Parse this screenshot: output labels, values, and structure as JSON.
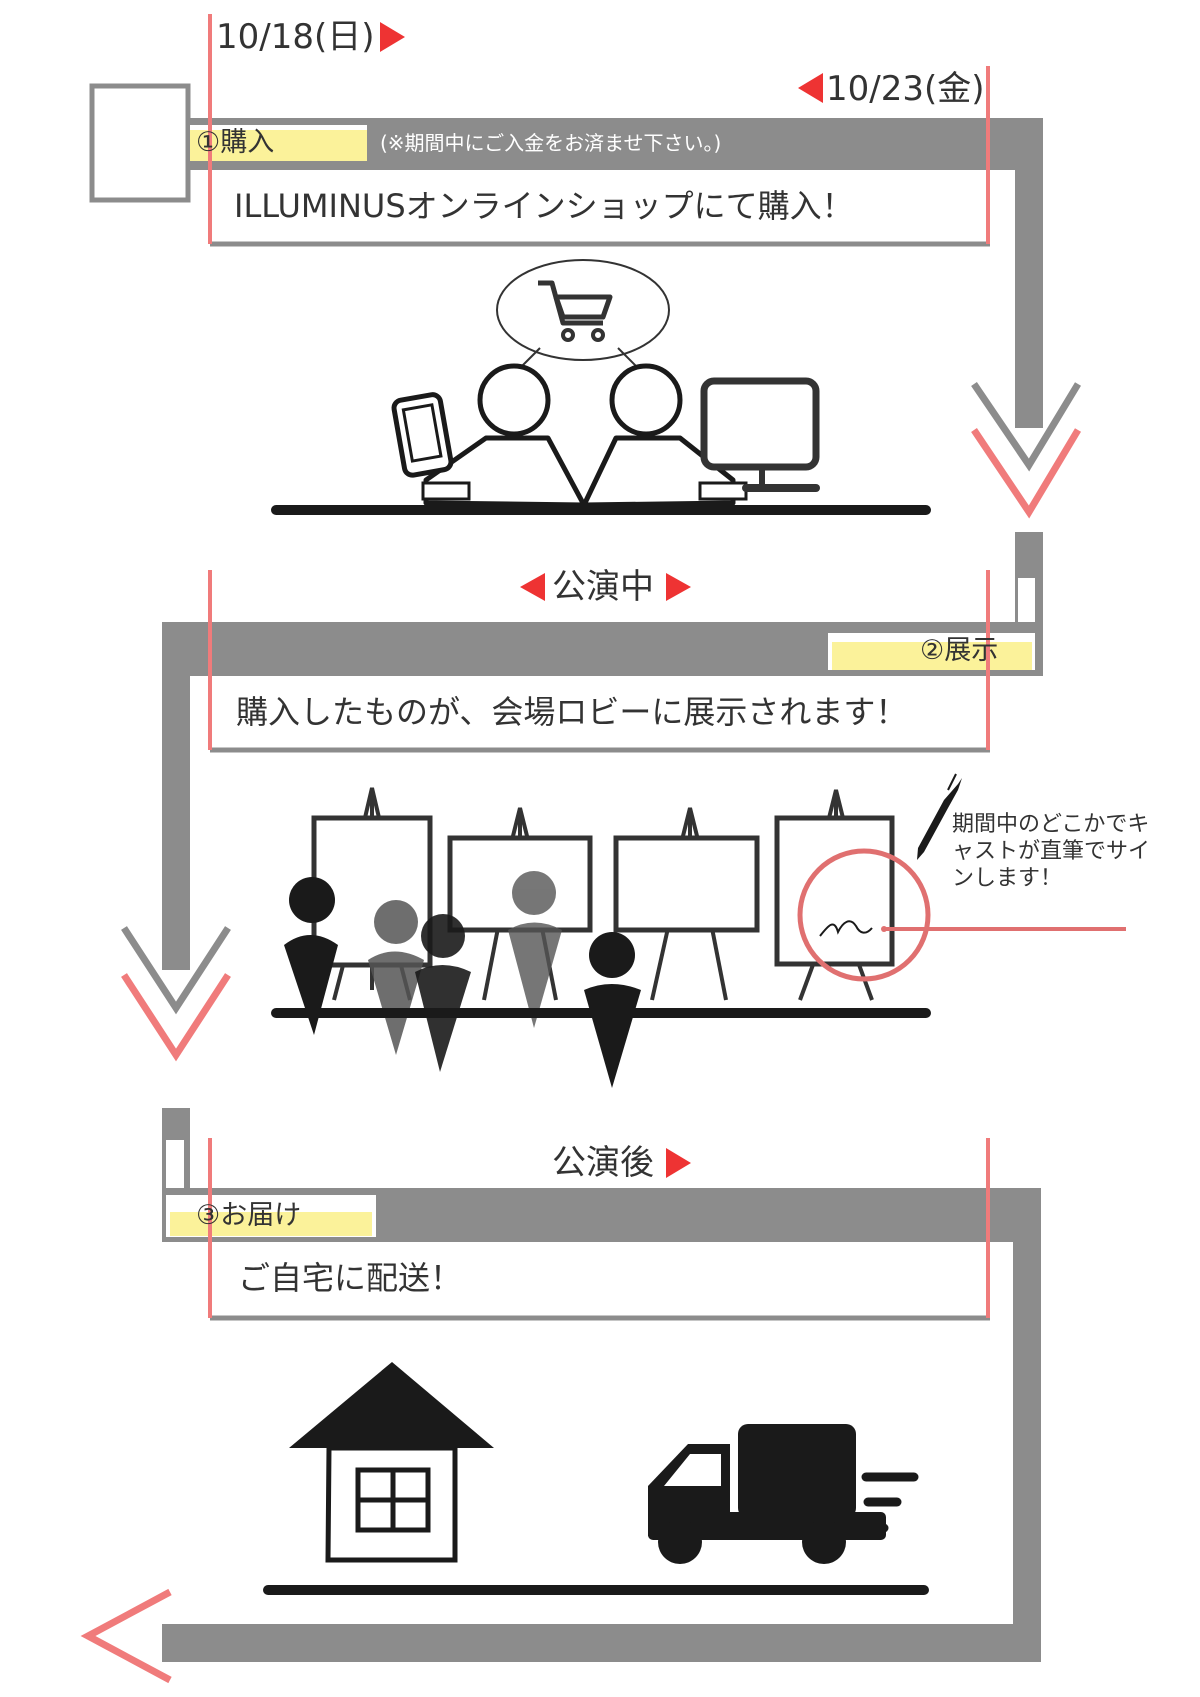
{
  "dates": {
    "start": "10/18(日)",
    "end": "10/23(金)"
  },
  "steps": [
    {
      "label": "①購入",
      "description": "ILLUMINUSオンラインショップにて購入！",
      "note": "(※期間中にご入金をお済ませ下さい。)"
    },
    {
      "phase": "公演中",
      "label": "②展示",
      "description": "購入したものが、会場ロビーに展示されます！",
      "callout": "期間中のどこかでキャストが直筆でサインします！"
    },
    {
      "phase": "公演後",
      "label": "③お届け",
      "description": "ご自宅に配送！"
    }
  ],
  "colors": {
    "band": "#8c8c8c",
    "accent": "#f07b7b",
    "marker": "#ee3333",
    "highlight": "#fbf29a",
    "ink": "#1a1a1a"
  },
  "icons": [
    "shopping-cart-icon",
    "smartphone-icon",
    "monitor-icon",
    "person-icon",
    "easel-icon",
    "pen-icon",
    "house-icon",
    "truck-icon"
  ]
}
